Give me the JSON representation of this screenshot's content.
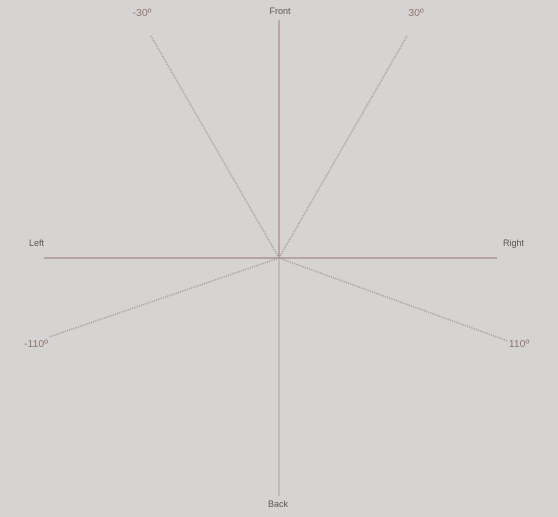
{
  "directions": {
    "front": "Front",
    "back": "Back",
    "left": "Left",
    "right": "Right"
  },
  "angles": {
    "front_left": "-30º",
    "front_right": "30º",
    "surround_left": "-110º",
    "surround_right": "110º"
  },
  "colors": {
    "background": "#d6d4d2",
    "axis_line": "#9a6f72",
    "axis_line_back": "#a89ca0",
    "angle_line": "#9c9898",
    "direction_text": "#595656",
    "angle_text": "#8f7670"
  }
}
